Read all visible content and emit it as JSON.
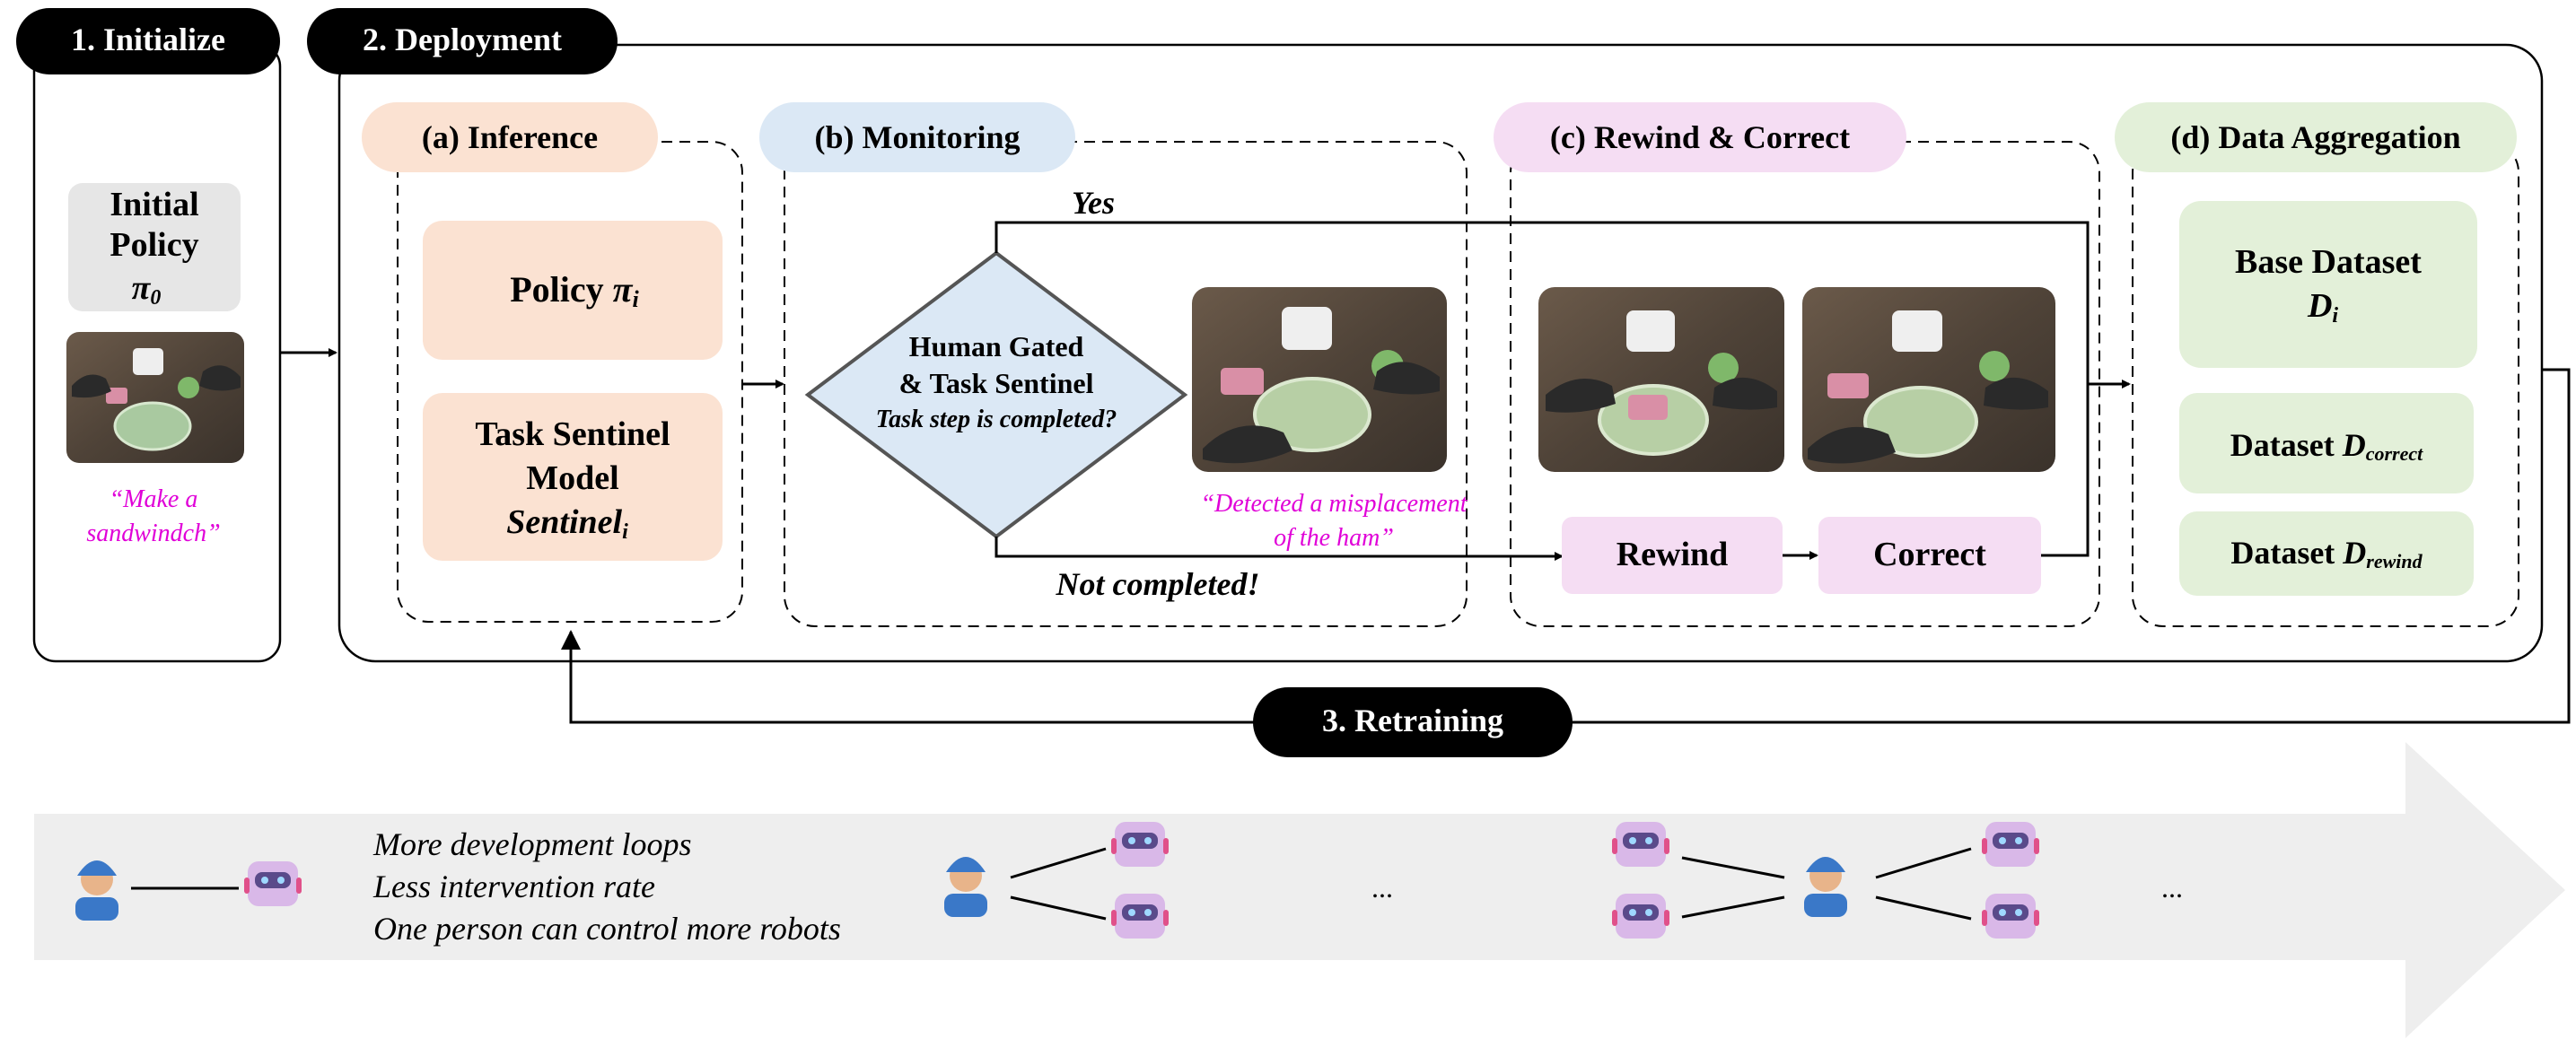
{
  "stages": {
    "initialize": "1. Initialize",
    "deployment": "2. Deployment",
    "retraining": "3. Retraining"
  },
  "initialize": {
    "policy_line1": "Initial",
    "policy_line2": "Policy",
    "policy_symbol": "π",
    "policy_subscript": "0",
    "instruction_line1": "“Make a",
    "instruction_line2": "sandwindch”",
    "image_alt": "robot hands with sandwich ingredients on a table"
  },
  "panels": {
    "inference": "(a) Inference",
    "monitoring": "(b) Monitoring",
    "rewind_correct": "(c) Rewind & Correct",
    "data_aggregation": "(d) Data Aggregation"
  },
  "inference": {
    "policy_label": "Policy",
    "policy_symbol": "π",
    "policy_subscript": "i",
    "sentinel_line1": "Task Sentinel",
    "sentinel_line2": "Model",
    "sentinel_name": "Sentinel",
    "sentinel_subscript": "i"
  },
  "monitoring": {
    "decision_line1": "Human Gated",
    "decision_line2": "& Task Sentinel",
    "decision_question": "Task step is completed?",
    "yes_label": "Yes",
    "no_label": "Not completed!",
    "detection_line1": "“Detected a misplacement",
    "detection_line2": "of the ham”"
  },
  "rewind_correct": {
    "rewind_label": "Rewind",
    "correct_label": "Correct"
  },
  "aggregation": {
    "base_line1": "Base Dataset",
    "base_symbol": "D",
    "base_subscript": "i",
    "correct_prefix": "Dataset",
    "correct_symbol": "D",
    "correct_subscript": "correct",
    "rewind_prefix": "Dataset",
    "rewind_symbol": "D",
    "rewind_subscript": "rewind"
  },
  "progress": {
    "line1": "More development loops",
    "line2": "Less intervention rate",
    "line3": "One person can control more robots",
    "ellipsis1": "...",
    "ellipsis2": "..."
  },
  "colors": {
    "inference": "#fbe2d2",
    "monitoring": "#dbe8f5",
    "rewind_correct": "#f5ddf3",
    "aggregation": "#e3f0d9",
    "initial_policy": "#e6e6e6",
    "instruction_text": "#e000d8",
    "progress_band": "#eeeeee"
  }
}
